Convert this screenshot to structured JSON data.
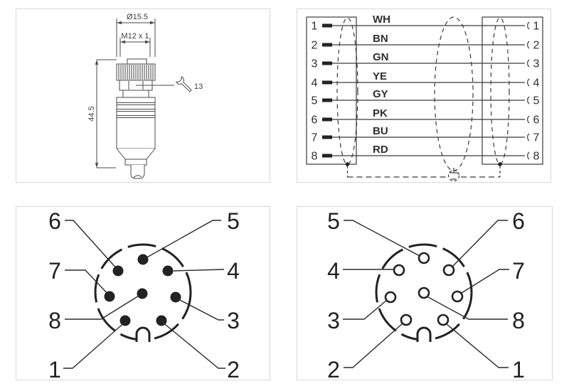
{
  "colors": {
    "line": "#3a3a3a",
    "drawing_line": "#4a4a4a",
    "pin_fill": "#222222",
    "panel_border": "#d8d8d8"
  },
  "dimension_drawing": {
    "diameter_label": "Ø15.5",
    "thread_label": "M12 x 1",
    "length_label": "44.5",
    "wrench_size_label": "13"
  },
  "wiring_diagram": {
    "left_pins": [
      "1",
      "2",
      "3",
      "4",
      "5",
      "6",
      "7",
      "8"
    ],
    "right_pins": [
      "1",
      "2",
      "3",
      "4",
      "5",
      "6",
      "7",
      "8"
    ],
    "wire_colors": [
      "WH",
      "BN",
      "GN",
      "YE",
      "GY",
      "PK",
      "BU",
      "RD"
    ]
  },
  "pinout_male": {
    "top_left": "6",
    "top_right": "5",
    "upper_left": "7",
    "upper_right": "4",
    "lower_left": "8",
    "lower_right": "3",
    "bottom_left": "1",
    "bottom_right": "2"
  },
  "pinout_female": {
    "top_left": "5",
    "top_right": "6",
    "upper_left": "4",
    "upper_right": "7",
    "lower_left": "3",
    "lower_right": "8",
    "bottom_left": "2",
    "bottom_right": "1"
  }
}
